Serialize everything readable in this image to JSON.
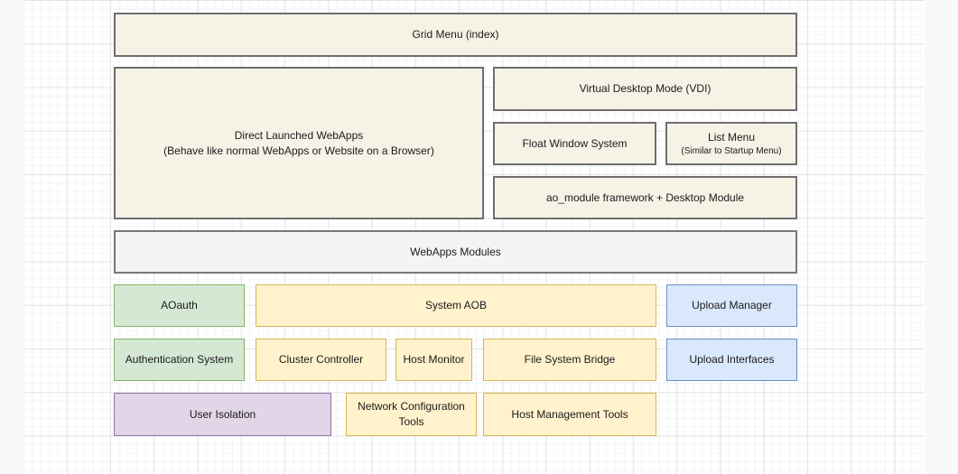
{
  "boxes": {
    "grid_menu": {
      "label": "Grid Menu (index)"
    },
    "direct_webapps": {
      "label": "Direct Launched WebApps",
      "sublabel": "(Behave like normal WebApps or Website on a Browser)"
    },
    "vdi": {
      "label": "Virtual Desktop Mode (VDI)"
    },
    "float_window": {
      "label": "Float Window System"
    },
    "list_menu": {
      "label": "List Menu",
      "sublabel": "(Similar to Startup Menu)"
    },
    "ao_module": {
      "label": "ao_module framework + Desktop Module"
    },
    "webapps_modules": {
      "label": "WebApps Modules"
    },
    "aoauth": {
      "label": "AOauth"
    },
    "system_aob": {
      "label": "System AOB"
    },
    "upload_manager": {
      "label": "Upload Manager"
    },
    "auth_system": {
      "label": "Authentication System"
    },
    "cluster_controller": {
      "label": "Cluster Controller"
    },
    "host_monitor": {
      "label": "Host Monitor"
    },
    "file_system_bridge": {
      "label": "File System Bridge"
    },
    "upload_interfaces": {
      "label": "Upload Interfaces"
    },
    "user_isolation": {
      "label": "User Isolation"
    },
    "network_config_tools": {
      "label": "Network Configuration Tools"
    },
    "host_management_tools": {
      "label": "Host Management Tools"
    }
  },
  "colors": {
    "cream_fill": "#f6f2e6",
    "cream_border": "#6e6e6e",
    "gray_fill": "#f4f4f4",
    "gray_border": "#787878",
    "green_fill": "#d5e8d4",
    "green_border": "#82b366",
    "yellow_fill": "#fff2cc",
    "yellow_border": "#d6b656",
    "blue_fill": "#dae8fc",
    "blue_border": "#6c8ebf",
    "purple_fill": "#e1d5e7",
    "purple_border": "#9673a6",
    "canvas_bg": "#ffffff",
    "grid_minor": "#f3f4f5",
    "grid_major": "#e4e5e6",
    "offcanvas_bg": "#f8f9fa",
    "text": "#1b1b1b"
  }
}
